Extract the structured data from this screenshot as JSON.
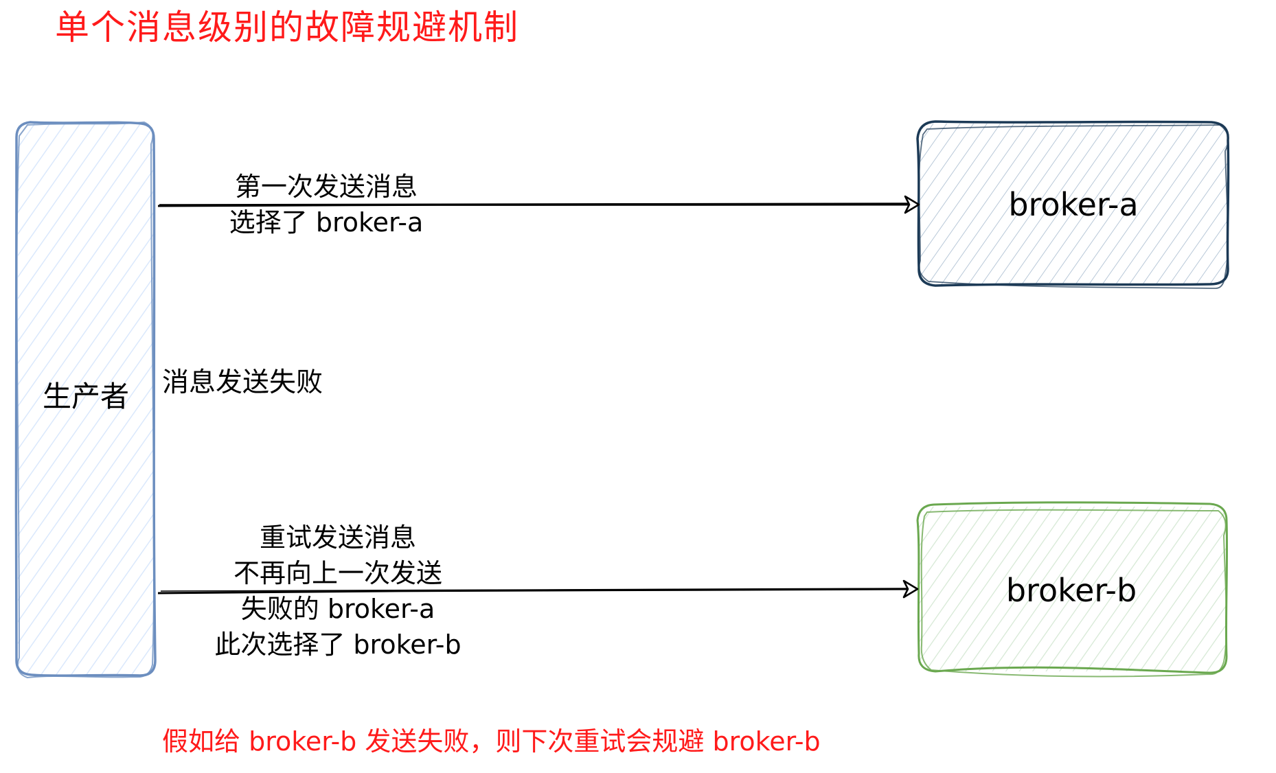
{
  "title": "单个消息级别的故障规避机制",
  "colors": {
    "title": "#ff1a1a",
    "producer_stroke": "#6c8ebf",
    "producer_fill": "#dae8fc",
    "broker_a_stroke": "#1c3a56",
    "broker_a_fill": "#b8c8d8",
    "broker_b_stroke": "#6aa84f",
    "broker_b_fill": "#d5e8d4",
    "arrow": "#000000"
  },
  "nodes": {
    "producer": {
      "label": "生产者"
    },
    "broker_a": {
      "label": "broker-a"
    },
    "broker_b": {
      "label": "broker-b"
    }
  },
  "edges": [
    {
      "from": "producer",
      "to": "broker_a",
      "lines": [
        "第一次发送消息",
        "选择了 broker-a"
      ]
    },
    {
      "from": "producer",
      "to": "broker_b",
      "lines": [
        "重试发送消息",
        "不再向上一次发送",
        "失败的 broker-a",
        "此次选择了 broker-b"
      ]
    }
  ],
  "annotations": {
    "failure": "消息发送失败",
    "footer": "假如给 broker-b 发送失败，则下次重试会规避 broker-b"
  }
}
